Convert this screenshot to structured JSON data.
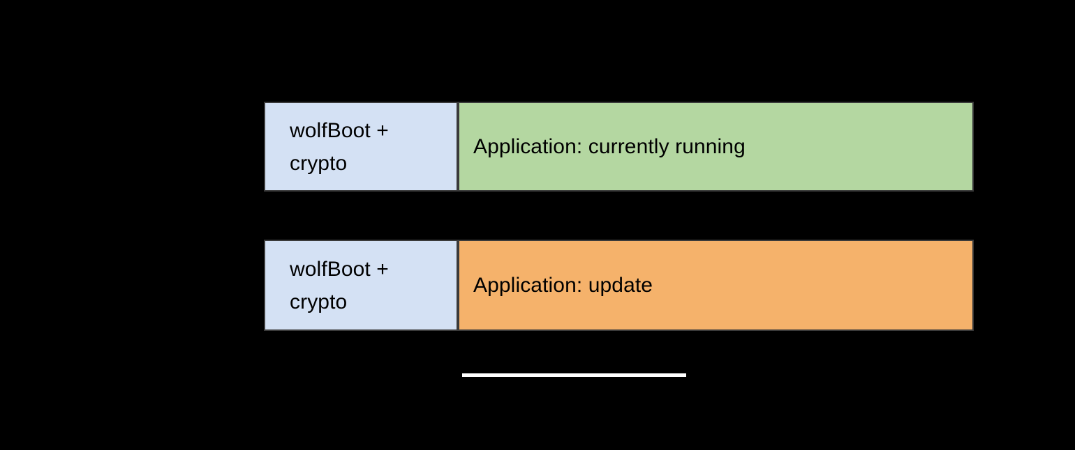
{
  "diagram": {
    "background_color": "#000000",
    "rows": [
      {
        "id": "currently-running",
        "bootloader": {
          "label": "wolfBoot +\ncrypto",
          "color": "#d4e1f4"
        },
        "partition": {
          "label": "Application: currently running",
          "color": "#b4d7a1"
        }
      },
      {
        "id": "update",
        "bootloader": {
          "label": "wolfBoot +\ncrypto",
          "color": "#d4e1f4"
        },
        "partition": {
          "label": "Application: update",
          "color": "#f5b26b"
        }
      }
    ],
    "rule": {
      "color": "#ffffff"
    },
    "border_color": "#3a3a3a",
    "text_color": "#000000"
  }
}
